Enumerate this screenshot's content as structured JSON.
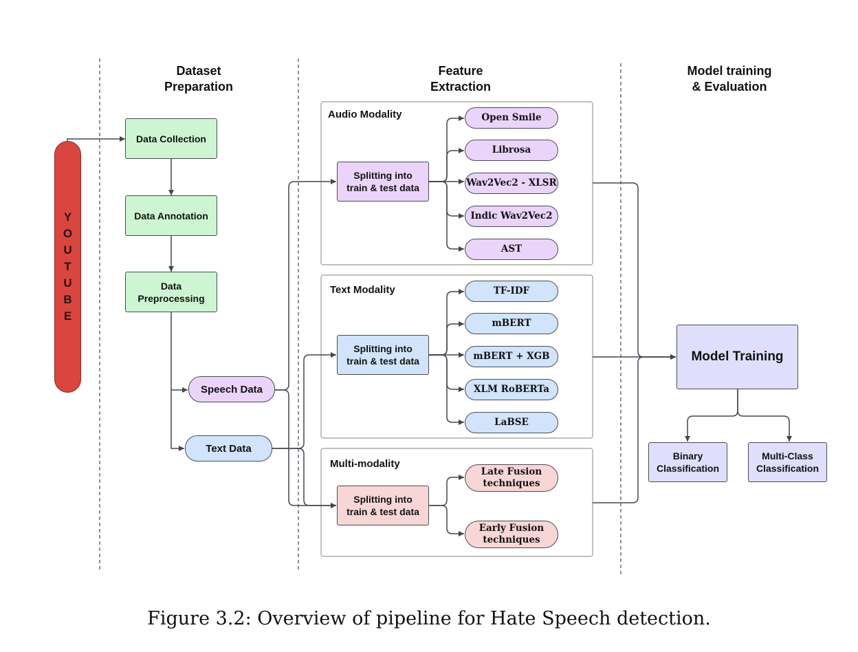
{
  "headers": {
    "dataset": "Dataset\nPreparation",
    "feature": "Feature\nExtraction",
    "model": "Model training\n& Evaluation"
  },
  "source": {
    "letters": [
      "Y",
      "O",
      "U",
      "T",
      "U",
      "B",
      "E"
    ]
  },
  "preparation": {
    "collection": "Data Collection",
    "annotation": "Data Annotation",
    "preprocessing": "Data\nPreprocessing",
    "speech": "Speech Data",
    "text": "Text Data"
  },
  "audio": {
    "title": "Audio Modality",
    "split": "Splitting into\ntrain & test data",
    "features": [
      "Open Smile",
      "Librosa",
      "Wav2Vec2 - XLSR",
      "Indic Wav2Vec2",
      "AST"
    ]
  },
  "textmod": {
    "title": "Text Modality",
    "split": "Splitting into\ntrain & test data",
    "features": [
      "TF-IDF",
      "mBERT",
      "mBERT + XGB",
      "XLM RoBERTa",
      "LaBSE"
    ]
  },
  "multi": {
    "title": "Multi-modality",
    "split": "Splitting into\ntrain & test data",
    "features": [
      "Late Fusion\ntechniques",
      "Early Fusion\ntechniques"
    ]
  },
  "model": {
    "training": "Model Training",
    "binary": "Binary\nClassification",
    "multiclass": "Multi-Class\nClassification"
  },
  "caption": "Figure 3.2: Overview of pipeline for Hate Speech detection.",
  "colors": {
    "dataset_boxes": "#cdf5d1",
    "audio": "#ead4fa",
    "text": "#d1e4fb",
    "multi": "#f8d6d6",
    "model": "#dfdffb",
    "youtube": "#d9453f",
    "lines": "#444450"
  }
}
